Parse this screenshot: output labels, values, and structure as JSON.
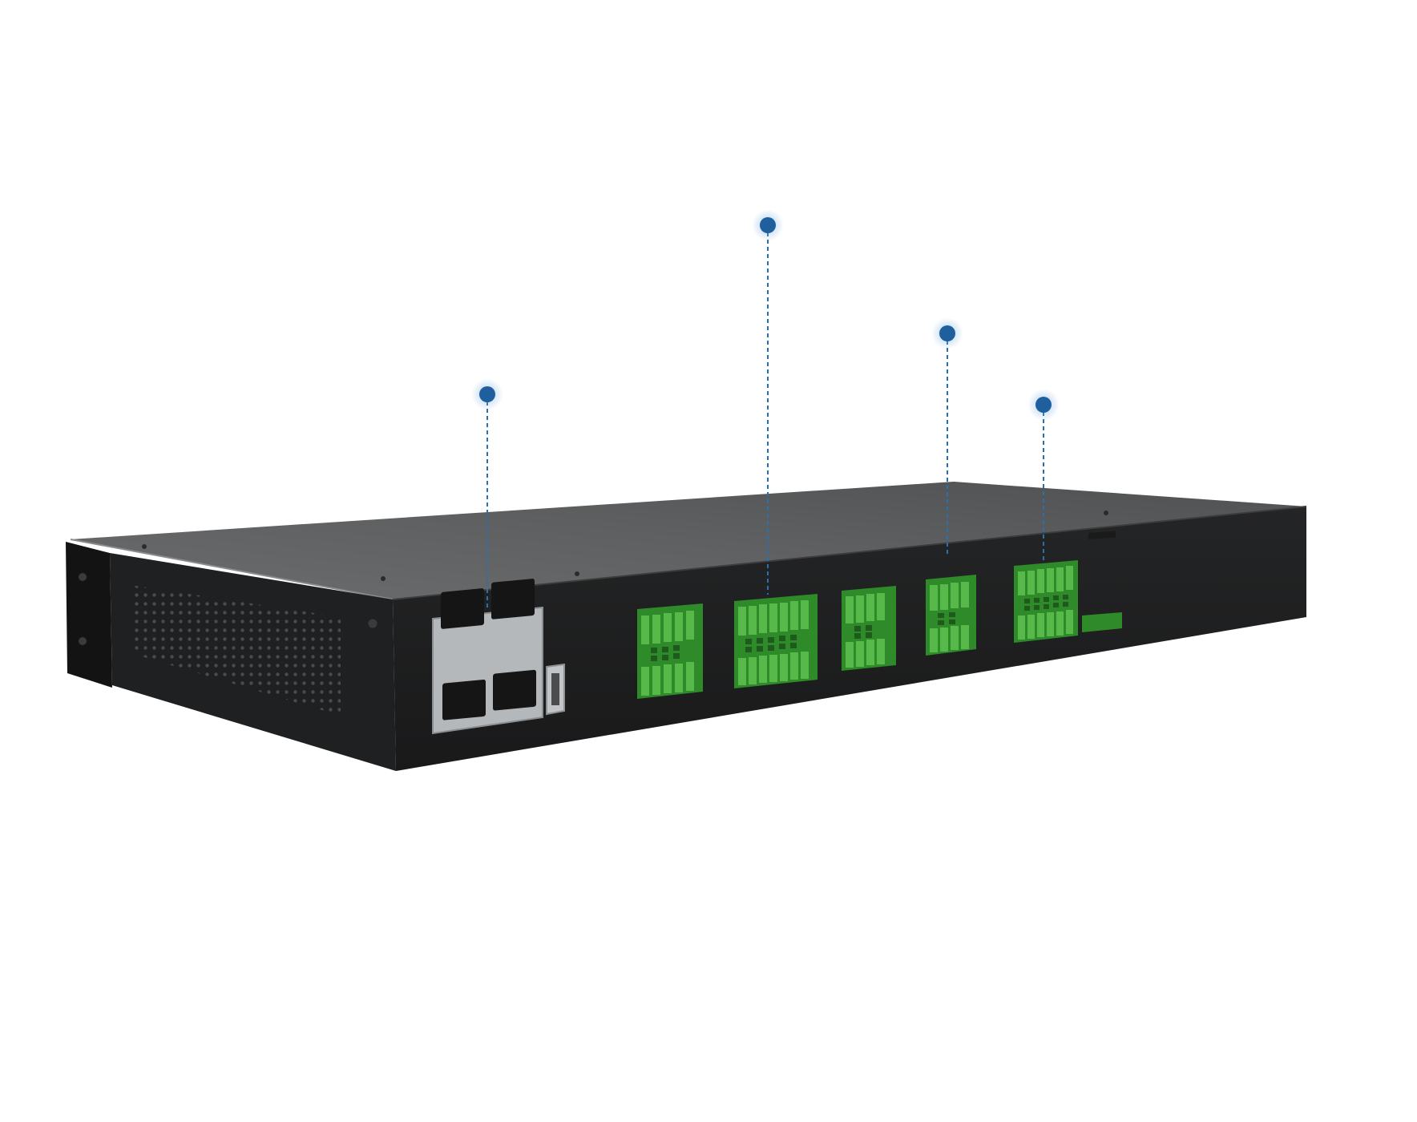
{
  "product": {
    "icon": "rack-mount-io-controller",
    "colors": {
      "background": "#ffffff",
      "chassis_front": "#1d1e1f",
      "chassis_top": "#5e5f60",
      "chassis_side": "#161617",
      "bracket": "#121213",
      "terminal_green": "#2f8a2a",
      "terminal_green_light": "#56b94a",
      "rj45_frame": "#b9bcbe",
      "hotspot_blue": "#1f5f9e"
    }
  },
  "hotspots": [
    {
      "name": "network-ports-hotspot",
      "target": "rj45-port-block"
    },
    {
      "name": "terminal-block-2-hotspot",
      "target": "terminal-block-2"
    },
    {
      "name": "terminal-block-4-hotspot",
      "target": "terminal-block-4"
    },
    {
      "name": "terminal-block-5-hotspot",
      "target": "terminal-block-5"
    }
  ]
}
